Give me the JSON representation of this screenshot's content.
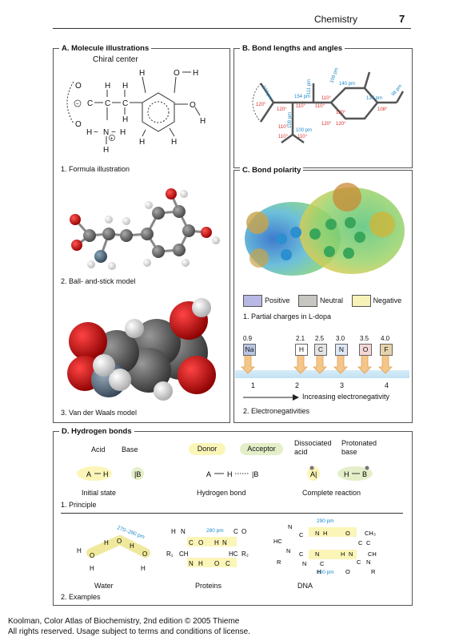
{
  "header": {
    "title": "Chemistry",
    "page": "7"
  },
  "sections": {
    "a": {
      "title": "A. Molecule illustrations",
      "chiral_label": "Chiral center",
      "cap1": "1. Formula illustration",
      "cap2": "2. Ball- and-stick model",
      "cap3": "3. Van der Waals model"
    },
    "b": {
      "title": "B. Bond lengths and angles"
    },
    "c": {
      "title": "C. Bond polarity",
      "legend": [
        "Positive",
        "Neutral",
        "Negative"
      ],
      "cap1": "1. Partial charges in L-dopa",
      "en_values": [
        "0.9",
        "2.1",
        "2.5",
        "3.0",
        "3.5",
        "4.0"
      ],
      "elements": [
        "Na",
        "H",
        "C",
        "N",
        "O",
        "F"
      ],
      "scale": [
        "1",
        "2",
        "3",
        "4"
      ],
      "axis_label": "Increasing electronegativity",
      "cap2": "2. Electronegativities"
    },
    "d": {
      "title": "D. Hydrogen bonds",
      "acid": "Acid",
      "base": "Base",
      "donor": "Donor",
      "acceptor": "Acceptor",
      "dissociated_acid": "Dissociated acid",
      "protonated_base": "Protonated base",
      "initial_state": "Initial state",
      "hydrogen_bond": "Hydrogen bond",
      "complete_reaction": "Complete reaction",
      "cap1": "1. Principle",
      "water": "Water",
      "proteins": "Proteins",
      "dna": "DNA",
      "cap2": "2. Examples"
    }
  },
  "bond_labels": {
    "len_124": "124 pm",
    "len_154": "154 pm",
    "len_111": "111 pm",
    "len_140": "140 pm",
    "len_137": "137 pm",
    "len_96": "96 pm",
    "len_109": "109 pm",
    "len_100": "100 pm",
    "ang_120": "120°",
    "ang_110": "110°",
    "ang_108": "108°",
    "hb_270_280": "270–280 pm",
    "hb_280": "280 pm",
    "hb_290": "290 pm"
  },
  "footer": {
    "line1": "Koolman, Color Atlas of Biochemistry, 2nd edition © 2005 Thieme",
    "line2": "All rights reserved. Usage subject to terms and conditions of license."
  }
}
